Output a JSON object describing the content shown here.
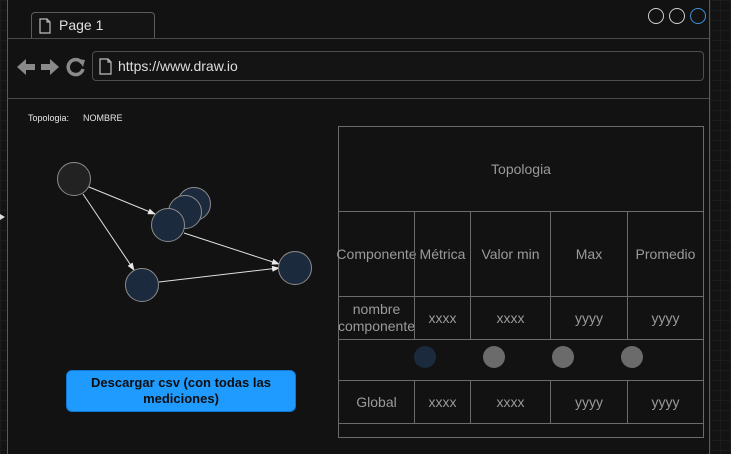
{
  "browser": {
    "tab_label": "Page 1",
    "url": "https://www.draw.io"
  },
  "topology_header": {
    "label": "Topologia:",
    "name": "NOMBRE"
  },
  "actions": {
    "download_csv": "Descargar csv (con todas las mediciones)"
  },
  "table": {
    "title": "Topologia",
    "headers": [
      "Componente",
      "Métrica",
      "Valor min",
      "Max",
      "Promedio"
    ],
    "component_row": [
      "nombre componente",
      "xxxx",
      "xxxx",
      "yyyy",
      "yyyy"
    ],
    "global_row": [
      "Global",
      "xxxx",
      "xxxx",
      "yyyy",
      "yyyy"
    ]
  },
  "colors": {
    "accent": "#1f9bff",
    "node_fill": "#1c2a3e",
    "node_root": "#222222",
    "dot_active": "#1c2a3e",
    "dot_inactive": "#6b6b6b"
  }
}
